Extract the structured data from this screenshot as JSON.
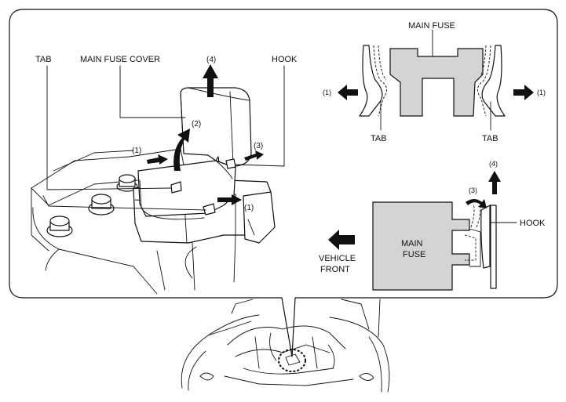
{
  "labels": {
    "tab_left": "TAB",
    "main_fuse_cover": "MAIN FUSE COVER",
    "hook_top": "HOOK",
    "step_4_main": "(4)",
    "step_2_main": "(2)",
    "step_1_upper": "(1)",
    "step_3_main": "(3)",
    "step_1_lower": "(1)",
    "main_fuse_top": "MAIN FUSE",
    "step_1_left_detail": "(1)",
    "step_1_right_detail": "(1)",
    "tab_detail_left": "TAB",
    "tab_detail_right": "TAB",
    "step_4_detail": "(4)",
    "step_3_detail": "(3)",
    "hook_detail": "HOOK",
    "main_fuse_box_line1": "MAIN",
    "main_fuse_box_line2": "FUSE",
    "vehicle_front_line1": "VEHICLE",
    "vehicle_front_line2": "FRONT"
  },
  "colors": {
    "line": "#111111",
    "fuse_fill": "#d4d4d4",
    "background": "#ffffff"
  }
}
